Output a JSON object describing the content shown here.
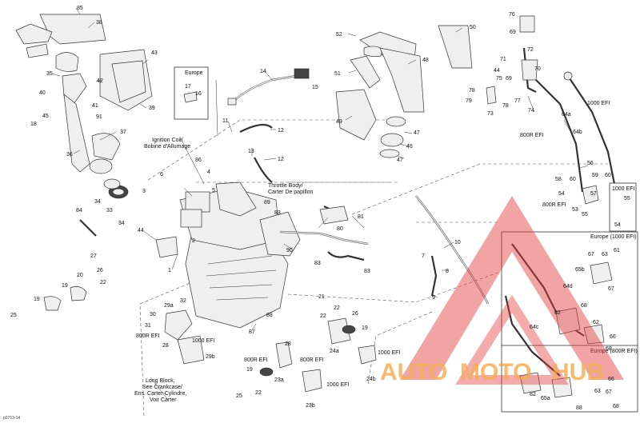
{
  "figure_code": "p0713-14",
  "watermark": {
    "auto": "AUTO",
    "moto": "MOTO",
    "hub": "HUB",
    "color_orange": "#f2a13a",
    "color_red": "#e33b3b"
  },
  "boxes": {
    "europe": "Europe",
    "efi1000_small": "1000 EFI",
    "europe_1000": "Europe (1000 EFI)",
    "europe_800r": "Europe (800R EFI)"
  },
  "labels": {
    "ignition_coil_en": "Ignition Coil/",
    "ignition_coil_fr": "Bobine d'Allumage",
    "throttle_en": "Throttle Body/",
    "throttle_fr": "Carter De papillon",
    "long_block_1": "Long Block,",
    "long_block_2": "See Crankcase/",
    "long_block_3": "Ens. Carter-Cylindre,",
    "long_block_4": "Voir Carter",
    "efi1000_a": "1000 EFI",
    "efi800_a": "800R EFI",
    "efi1000_b": "1000 EFI",
    "efi800_b": "800R EFI",
    "efi1000_c": "1000 EFI",
    "efi800_c": "800R EFI",
    "efi1000_d": "1000 EFI",
    "efi800_d": "800R EFI",
    "efi1000_e": "1000 EFI"
  },
  "callouts": {
    "c85": "85",
    "c38": "38",
    "c43": "43",
    "c35": "35",
    "c42": "42",
    "c40": "40",
    "c41": "41",
    "c39": "39",
    "c45": "45",
    "c18": "18",
    "c91": "91",
    "c37": "37",
    "c36": "36",
    "c52": "52",
    "c50": "50",
    "c51": "51",
    "c48": "48",
    "c49": "49",
    "c47a": "47",
    "c46": "46",
    "c47b": "47",
    "c14": "14",
    "c15": "15",
    "c17": "17",
    "c16": "16",
    "c11": "11",
    "c12a": "12",
    "c13": "13",
    "c12b": "12",
    "c76": "76",
    "c69a": "69",
    "c72": "72",
    "c71": "71",
    "c44": "44",
    "c70": "70",
    "c75": "75",
    "c69b": "69",
    "c78a": "78",
    "c79": "79",
    "c78b": "78",
    "c77": "77",
    "c73": "73",
    "c74": "74",
    "c64a": "64a",
    "c64b": "64b",
    "c56": "56",
    "c59": "59",
    "c60a": "60",
    "c58": "58",
    "c60b": "60",
    "c54a": "54",
    "c57": "57",
    "c53": "53",
    "c55a": "55",
    "c55b": "55",
    "c54b": "54",
    "c86": "86",
    "c6": "6",
    "c4": "4",
    "c5": "5",
    "c3": "3",
    "c89": "89",
    "c83a": "83",
    "c81": "81",
    "c80": "80",
    "c34a": "34",
    "c33": "33",
    "c34b": "34",
    "c84": "84",
    "c44b": "44",
    "c2": "2",
    "c1": "1",
    "c90": "90",
    "c83b": "83",
    "c83c": "83",
    "c10": "10",
    "c7": "7",
    "c8": "8",
    "c9": "9",
    "c27": "27",
    "c20": "20",
    "c26a": "26",
    "c22a": "22",
    "c19a": "19",
    "c19b": "19",
    "c25a": "25",
    "c21a": "21",
    "c22b": "22",
    "c26b": "26",
    "c19c": "19",
    "c22c": "22",
    "c24a": "24a",
    "c24b": "24b",
    "c30": "30",
    "c29a": "29a",
    "c32": "32",
    "c31": "31",
    "c28a": "28",
    "c29b": "29b",
    "c87": "87",
    "c88": "88",
    "c28b": "28",
    "c19d": "19",
    "c23a": "23a",
    "c25b": "25",
    "c22d": "22",
    "c23b": "23b",
    "c67a": "67",
    "c63a": "63",
    "c61": "61",
    "c65b": "65b",
    "c64d": "64d",
    "c67b": "67",
    "c82a": "82",
    "c68a": "68",
    "c62": "62",
    "c66": "66",
    "c64c": "64c",
    "c68b": "68",
    "c88b": "88",
    "c82b": "82",
    "c65a": "65a",
    "c63b": "63",
    "c66b": "66",
    "c67c": "67",
    "c68c": "68"
  }
}
